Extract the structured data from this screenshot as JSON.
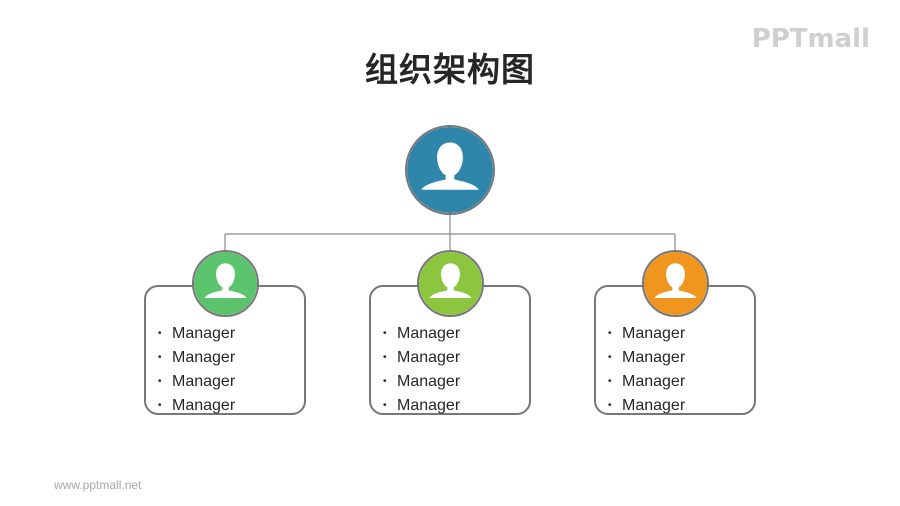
{
  "title": "组织架构图",
  "logo": "PPTmall",
  "footer": "www.pptmall.net",
  "root": {
    "icon": "person-icon",
    "color": "#2e86aa"
  },
  "groups": [
    {
      "icon": "person-icon",
      "color": "#5cc46e",
      "items": [
        "Manager",
        "Manager",
        "Manager",
        "Manager"
      ]
    },
    {
      "icon": "person-icon",
      "color": "#8cc63f",
      "items": [
        "Manager",
        "Manager",
        "Manager",
        "Manager"
      ]
    },
    {
      "icon": "person-icon",
      "color": "#f0951e",
      "items": [
        "Manager",
        "Manager",
        "Manager",
        "Manager"
      ]
    }
  ]
}
